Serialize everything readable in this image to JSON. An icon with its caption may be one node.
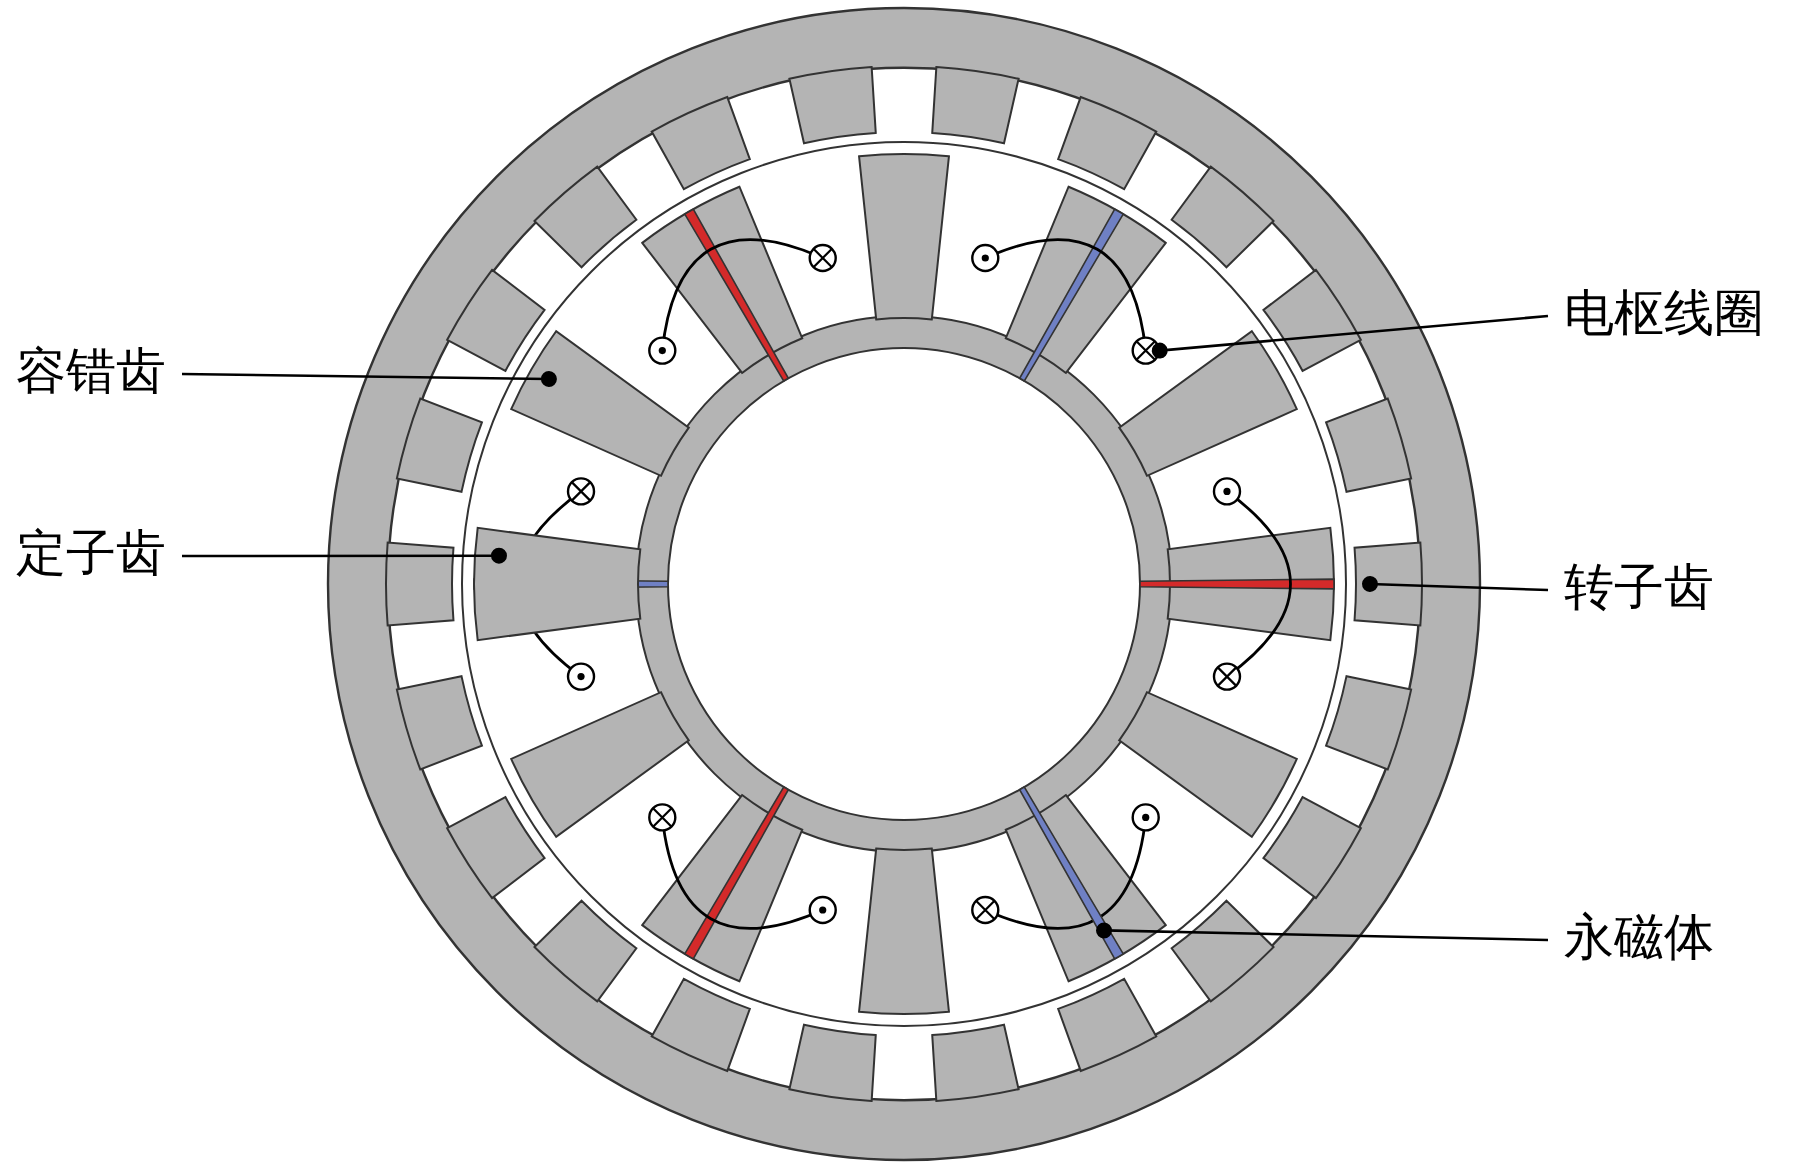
{
  "diagram": {
    "nodes": [
      {
        "text": [
          "电枢线圈"
        ]
      },
      {
        "text": [
          "容错齿"
        ]
      },
      {
        "text": [
          "定子齿"
        ]
      },
      {
        "text": [
          "转子齿"
        ]
      },
      {
        "text": [
          "永磁体"
        ]
      },
      {
        "text": [],
        "shape": "box"
      },
      {
        "text": [],
        "shape": "box"
      },
      {
        "text": [],
        "shape": "bar"
      },
      {
        "text": [],
        "shape": "picture"
      },
      {
        "text": [],
        "shape": "box"
      }
    ],
    "edges": [
      {
        "from": 0,
        "to": 8,
        "arrow": "other"
      },
      {
        "from": 1,
        "to": 6,
        "arrow": "other"
      },
      {
        "from": 2,
        "to": 5,
        "arrow": "other"
      },
      {
        "from": 3,
        "to": 9,
        "arrow": "other"
      },
      {
        "from": 4,
        "to": 7,
        "arrow": "other"
      }
    ]
  }
}
